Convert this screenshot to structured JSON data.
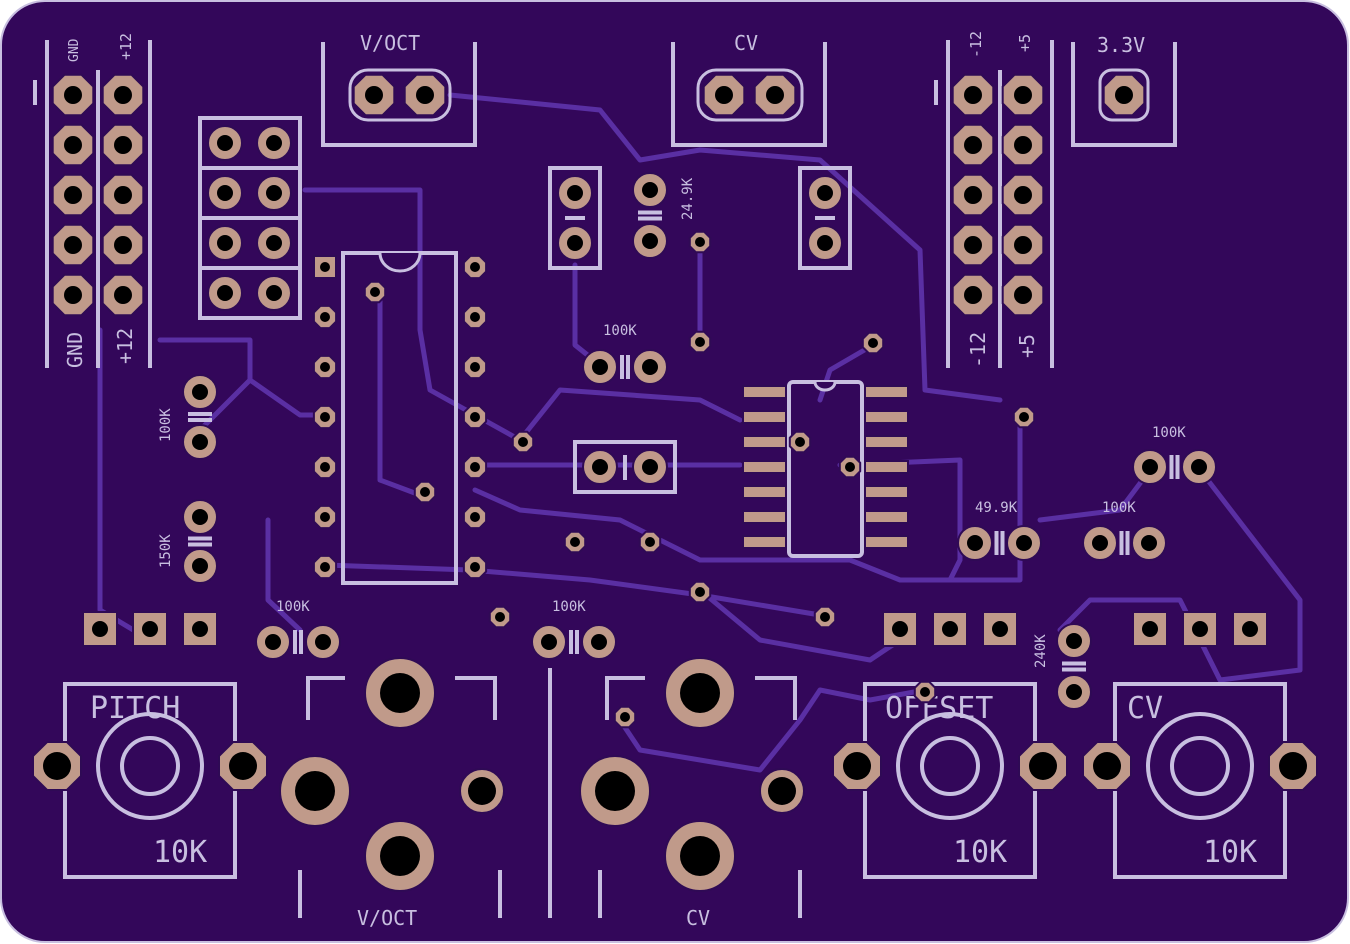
{
  "board": {
    "substrate_color": "#33075a",
    "silkscreen_color": "#c8bfe0",
    "pad_color": "#c09a8a",
    "trace_color": "#5a2fa3"
  },
  "labels": {
    "power_left_top_gnd": "GND",
    "power_left_top_12": "+12",
    "power_left_bottom_gnd": "GND",
    "power_left_bottom_12": "+12",
    "power_right_top_m12": "-12",
    "power_right_top_5": "+5",
    "power_right_bottom_m12": "-12",
    "power_right_bottom_5": "+5",
    "header_voct": "V/OCT",
    "header_cv": "CV",
    "header_33": "3.3V",
    "r_249k": "24.9K",
    "r_100k_center": "100K",
    "r_100k_left": "100K",
    "r_150k": "150K",
    "r_100k_bl": "100K",
    "r_100k_bc": "100K",
    "r_100k_right_top": "100K",
    "r_499k": "49.9K",
    "r_100k_right": "100K",
    "r_240k": "240K",
    "pot_pitch": "PITCH",
    "pot_pitch_value": "10K",
    "pot_offset": "OFFSET",
    "pot_offset_value": "10K",
    "pot_cv": "CV",
    "pot_cv_value": "10K",
    "jack_voct": "V/OCT",
    "jack_cv": "CV"
  }
}
